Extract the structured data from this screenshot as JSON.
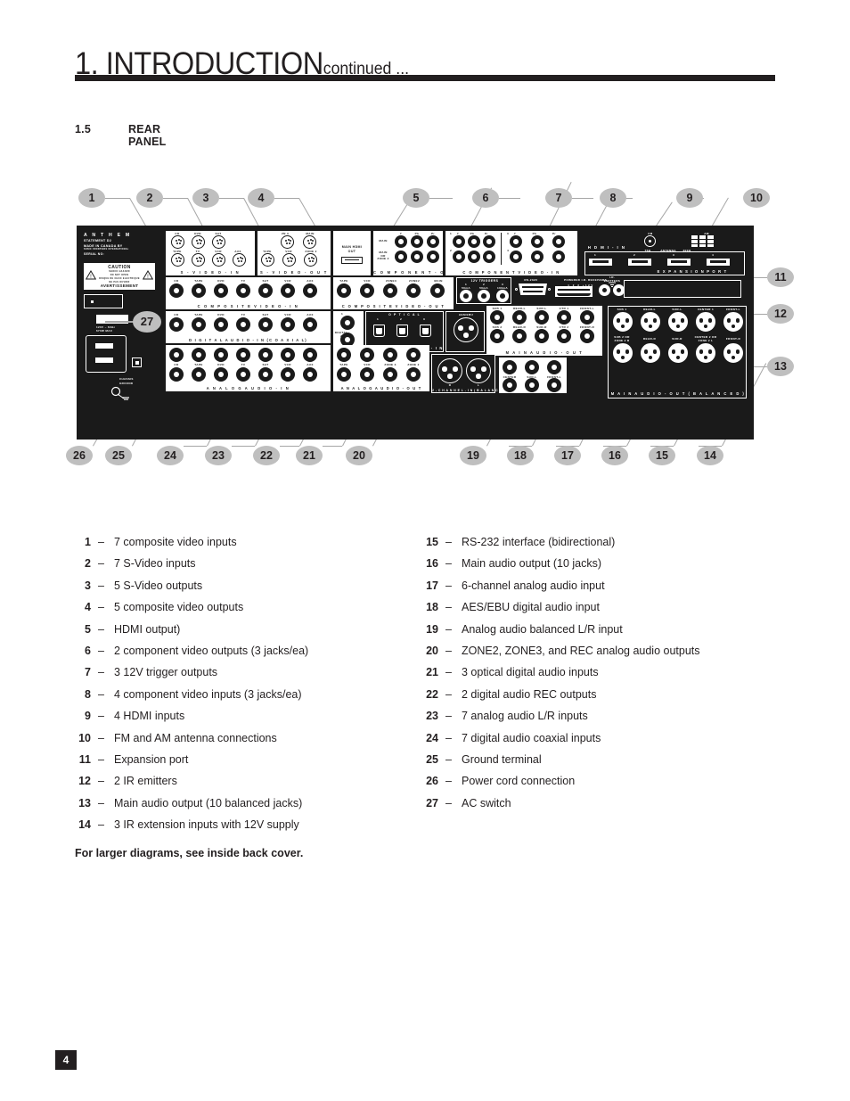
{
  "header": {
    "title": "1. INTRODUCTION",
    "continued": "continued ..."
  },
  "section": {
    "number": "1.5",
    "name": "REAR PANEL"
  },
  "legend": {
    "left": [
      {
        "num": "1",
        "dash": "–",
        "text": "7 composite video inputs"
      },
      {
        "num": "2",
        "dash": "–",
        "text": "7 S-Video inputs"
      },
      {
        "num": "3",
        "dash": "–",
        "text": "5 S-Video outputs"
      },
      {
        "num": "4",
        "dash": "–",
        "text": "5 composite video outputs"
      },
      {
        "num": "5",
        "dash": "–",
        "text": "HDMI output)"
      },
      {
        "num": "6",
        "dash": "–",
        "text": "2 component video outputs (3 jacks/ea)"
      },
      {
        "num": "7",
        "dash": "–",
        "text": "3 12V trigger outputs"
      },
      {
        "num": "8",
        "dash": "–",
        "text": "4 component video inputs (3 jacks/ea)"
      },
      {
        "num": "9",
        "dash": "–",
        "text": "4 HDMI inputs"
      },
      {
        "num": "10",
        "dash": "–",
        "text": "FM and AM antenna connections"
      },
      {
        "num": "11",
        "dash": "–",
        "text": "Expansion port"
      },
      {
        "num": "12",
        "dash": "–",
        "text": "2 IR emitters"
      },
      {
        "num": "13",
        "dash": "–",
        "text": "Main audio output (10 balanced jacks)"
      },
      {
        "num": "14",
        "dash": "–",
        "text": "3 IR extension inputs with 12V supply"
      }
    ],
    "right": [
      {
        "num": "15",
        "dash": "–",
        "text": "RS-232 interface (bidirectional)"
      },
      {
        "num": "16",
        "dash": "–",
        "text": "Main audio output (10 jacks)"
      },
      {
        "num": "17",
        "dash": "–",
        "text": "6-channel analog audio input"
      },
      {
        "num": "18",
        "dash": "–",
        "text": "AES/EBU digital audio input"
      },
      {
        "num": "19",
        "dash": "–",
        "text": "Analog audio balanced L/R input"
      },
      {
        "num": "20",
        "dash": "–",
        "text": "ZONE2, ZONE3, and REC analog audio outputs"
      },
      {
        "num": "21",
        "dash": "–",
        "text": "3 optical digital audio inputs"
      },
      {
        "num": "22",
        "dash": "–",
        "text": "2 digital audio REC outputs"
      },
      {
        "num": "23",
        "dash": "–",
        "text": "7 analog audio L/R inputs"
      },
      {
        "num": "24",
        "dash": "–",
        "text": "7 digital audio coaxial inputs"
      },
      {
        "num": "25",
        "dash": "–",
        "text": "Ground terminal"
      },
      {
        "num": "26",
        "dash": "–",
        "text": "Power cord connection"
      },
      {
        "num": "27",
        "dash": "–",
        "text": "AC switch"
      }
    ]
  },
  "note": "For larger diagrams, see inside back cover.",
  "page_number": "4",
  "callouts": {
    "top": [
      "1",
      "2",
      "3",
      "4",
      "5",
      "6",
      "7",
      "8",
      "9",
      "10"
    ],
    "right": [
      "11",
      "12",
      "13"
    ],
    "bottom": [
      "26",
      "25",
      "24",
      "23",
      "22",
      "21",
      "20",
      "19",
      "18",
      "17",
      "16",
      "15",
      "14"
    ]
  },
  "panel": {
    "brand": "A N T H E M",
    "brand_sub": "STATEMENT  D2",
    "made_in": "MADE IN CANADA BY",
    "made_in2": "SONIC FRONTIERS INTERNATIONAL",
    "serial": "SERIAL NO:",
    "caution": "CAUTION",
    "caution_l1": "SHOCK HAZARD",
    "caution_l2": "DO NOT OPEN",
    "caution_l3": "RISQUE DE CHOC ELECTRIQUE",
    "caution_l4": "NE PAS OUVRIR",
    "avertissement": "AVERTISSEMENT",
    "power_rating1": "120V ~ 60Hz",
    "power_rating2": "670W MAX",
    "chassis_ground": "CHASSIS\nGROUND",
    "sections": {
      "svideo_in": "S - V I D E O - I N",
      "svideo_out": "S - V I D E O - O U T",
      "main_hdmi_out": "MAIN HDMI\nOUT",
      "component_out": "C O M P O N E N T - O U T",
      "composite_video_in": "C O M P O S I T E    V I D E O - I N",
      "composite_video_out": "C O M P O S I T E    V I D E O - O U T",
      "component_video_in": "C O M P O N E N T   V I D E O - I N",
      "digital_audio_in_coaxial": "D I G I T A L   A U D I O - I N  (C O A X I A L)",
      "digital_audio_in": "D I G I T A L  A U D I O - I N",
      "analog_audio_in": "A N A L O G   A U D I O - I N",
      "analog_audio_out": "A N A L O G  A U D I O - O U T",
      "two_channel_in": "2 - C H A N N E L - I N  ( B A L A N C E D )",
      "six_channel_in": "6 - C H A N N E L - I N",
      "main_audio_out": "M A I N   A U D I O - O U T",
      "main_audio_out_bal": "M A I N   A U D I O - O U T   ( B A L A N C E D )",
      "hdmi_in": "H D M I - I N",
      "expansion_port": "E X P A N S I O N   P O R T",
      "antenna": "ANTENNA",
      "antenna_fm": "FM",
      "antenna_am": "AM",
      "antenna_75": "75Ω",
      "antenna_300": "300Ω",
      "trigger": "12V TRIGGERS",
      "rs232": "RS-232C",
      "ir_receivers": "POWERED I.R. RECEIVERS",
      "ir_emitters": "I.R.\nEMITTERS",
      "optical": "O P T I C A L",
      "aes_ebu": "AES/EBU",
      "digital_2": "DIGITAL\n2",
      "rec_out": "REC-OUT"
    },
    "jack_labels": {
      "sources7": [
        "CD",
        "TAPE",
        "DVD",
        "TV",
        "SAT",
        "VCR",
        "AUX"
      ],
      "svideo_in_top": [
        "CD",
        "DVD",
        "SAT"
      ],
      "svideo_in_bot": [
        "TAPE",
        "TV",
        "VCR",
        "AUX"
      ],
      "svideo_out_top": [
        "ZN 3",
        "MAIN"
      ],
      "svideo_out_bot": [
        "TAPE",
        "VCR",
        "ZONE 2"
      ],
      "composite_out": [
        "TAPE",
        "VCR",
        "ZONE3",
        "ZONE2",
        "MAIN"
      ],
      "component_out_rows": [
        "MAIN",
        "MAIN\nOR\nZONE 2"
      ],
      "component_ypbpr": [
        "Y",
        "Pb",
        "Pr"
      ],
      "component_in_nums": [
        "1",
        "2",
        "3",
        "4"
      ],
      "hdmi_in_nums": [
        "1",
        "2",
        "3",
        "4"
      ],
      "trigger_nums": [
        "1",
        "2",
        "3"
      ],
      "trigger_ma": [
        "50mA",
        "50mA",
        "100mA"
      ],
      "ir_nums": [
        "1",
        "2",
        "3",
        "+12V"
      ],
      "analog_out": [
        "TAPE",
        "VCR",
        "ZONE 3",
        "ZONE 2"
      ],
      "main_out_top": [
        "SUB 1",
        "REAR-L",
        "SUR-L",
        "CTR 1",
        "FRONT-L"
      ],
      "main_out_bot": [
        "SUB 2",
        "REAR-R",
        "SUR-R",
        "CTR 2",
        "FRONT-R"
      ],
      "bal_out_top": [
        "SUB 1",
        "REAR-L",
        "SUR-L",
        "CENTER 1",
        "FRONT-L"
      ],
      "bal_out_bot": [
        "SUB 2 OR\nZONE 2 R",
        "REAR-R",
        "SUR-R",
        "CENTER 2 OR\nZONE 2 L",
        "FRONT-R"
      ],
      "six_ch_top": [
        "CENTER",
        "SUR-L",
        "FRONT-L"
      ],
      "six_ch_bot": [
        "SUB",
        "SUR-R",
        "FRONT-R"
      ],
      "two_ch": [
        "R",
        "L"
      ],
      "optical_nums": [
        "1",
        "2",
        "3"
      ]
    }
  }
}
